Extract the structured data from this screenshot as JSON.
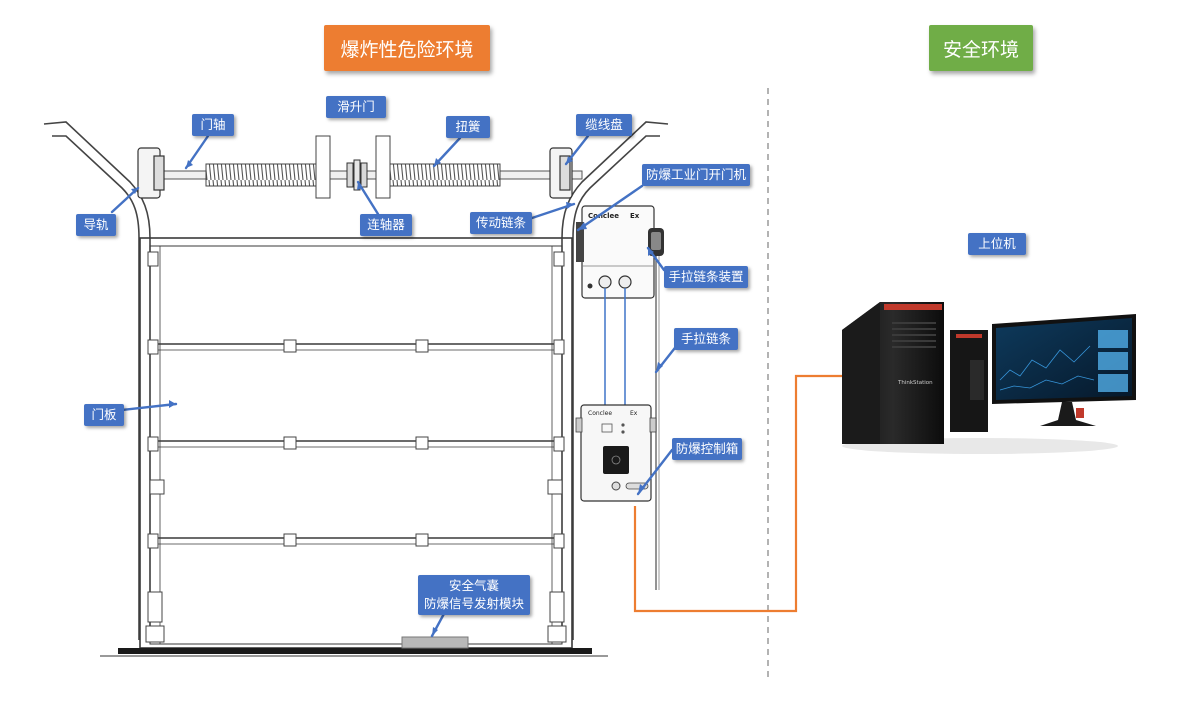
{
  "zones": {
    "hazard": {
      "label": "爆炸性危险环境",
      "color": "#ed7d31"
    },
    "safe": {
      "label": "安全环境",
      "color": "#70ad47"
    }
  },
  "labels": {
    "slide_door": "滑升门",
    "door_shaft": "门轴",
    "torsion_spring": "扭簧",
    "cable_drum": "缆线盘",
    "door_opener": "防爆工业门开门机",
    "guide_rail": "导轨",
    "coupler": "连轴器",
    "drive_chain": "传动链条",
    "hand_chain_device": "手拉链条装置",
    "host_computer": "上位机",
    "hand_chain": "手拉链条",
    "door_panel": "门板",
    "control_box": "防爆控制箱",
    "airbag_line1": "安全气囊",
    "airbag_line2": "防爆信号发射模块"
  },
  "device_text": {
    "opener_brand": "Conclee",
    "opener_mark": "Ex",
    "box_brand": "Conclee",
    "box_mark": "Ex",
    "pc_brand": "ThinkStation"
  },
  "colors": {
    "label_bg": "#4472c4",
    "cable": "#ed7d31",
    "wire": "#3f74c9"
  }
}
